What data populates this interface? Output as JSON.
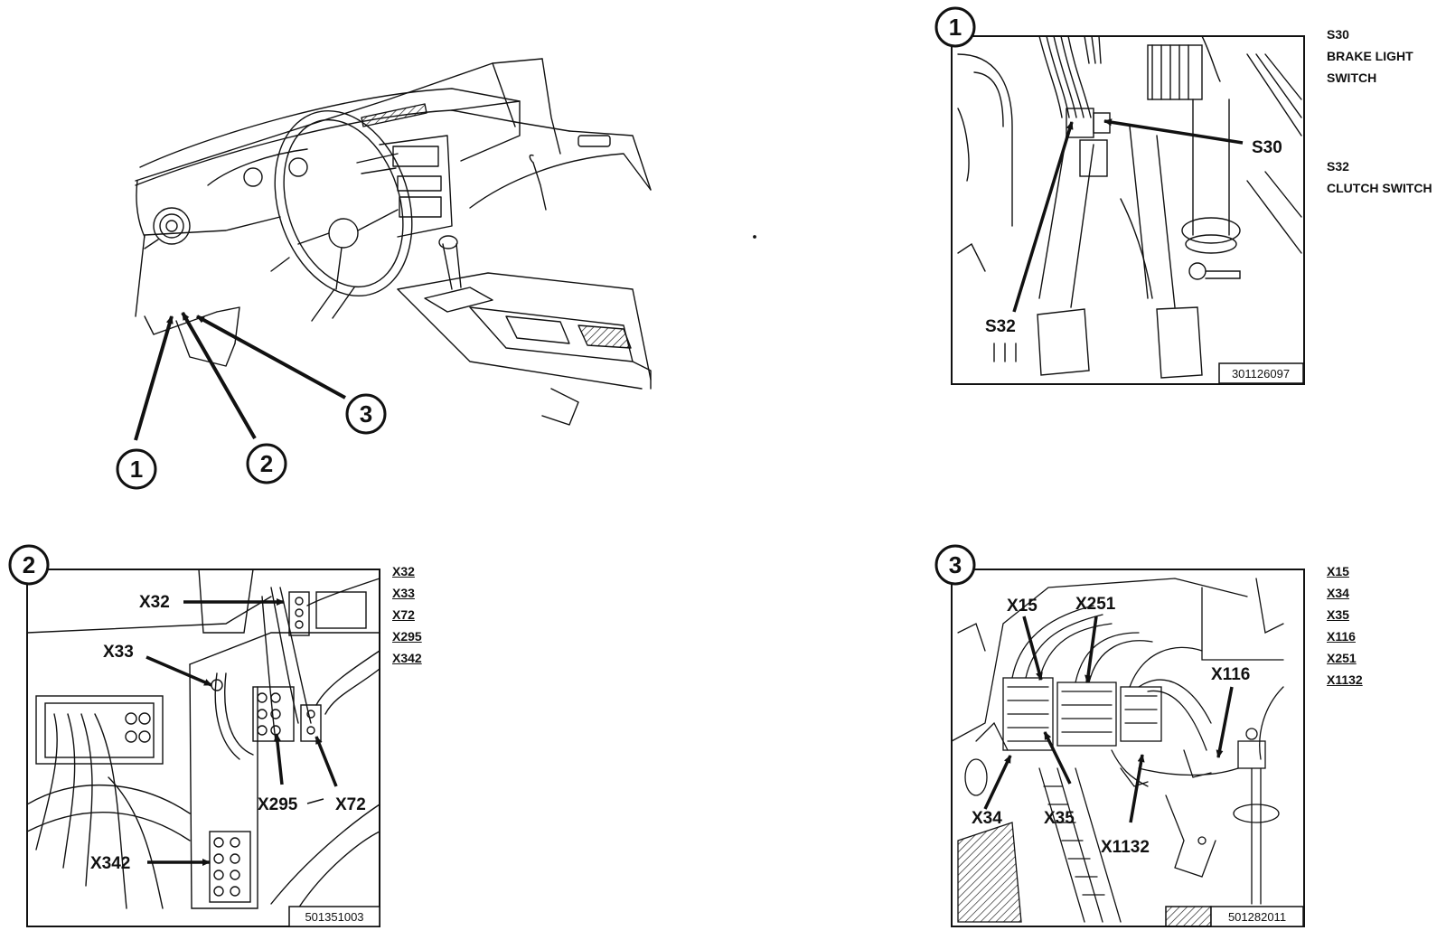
{
  "overview": {
    "callouts": [
      {
        "id": "1",
        "label": "1"
      },
      {
        "id": "2",
        "label": "2"
      },
      {
        "id": "3",
        "label": "3"
      }
    ]
  },
  "panel1": {
    "number": "1",
    "ref": "301126097",
    "callouts": [
      "S30",
      "S32"
    ],
    "legend": [
      {
        "code": "S30",
        "desc_line1": "BRAKE LIGHT",
        "desc_line2": "SWITCH"
      },
      {
        "code": "S32",
        "desc_line1": "CLUTCH SWITCH",
        "desc_line2": ""
      }
    ]
  },
  "panel2": {
    "number": "2",
    "ref": "501351003",
    "callouts": [
      "X32",
      "X33",
      "X295",
      "X72",
      "X342"
    ],
    "legend": [
      "X32",
      "X33",
      "X72",
      "X295",
      "X342"
    ]
  },
  "panel3": {
    "number": "3",
    "ref": "501282011",
    "callouts": [
      "X15",
      "X251",
      "X116",
      "X34",
      "X35",
      "X1132"
    ],
    "legend": [
      "X15",
      "X34",
      "X35",
      "X116",
      "X251",
      "X1132"
    ]
  }
}
